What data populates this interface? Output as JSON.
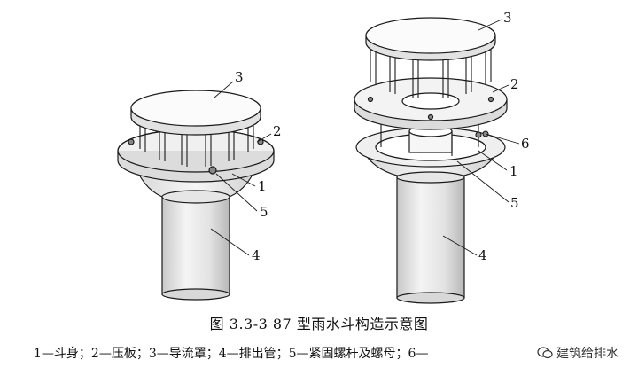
{
  "figure": {
    "caption": "图 3.3-3   87 型雨水斗构造示意图",
    "legend": "1—斗身；2—压板；3—导流罩；4—排出管；5—紧固螺杆及螺母；6—",
    "watermark": "建筑给排水",
    "colors": {
      "line": "#1a1a1a",
      "shade": "#cfcfcf",
      "light": "#f2f2f2"
    }
  },
  "left_callouts": [
    "3",
    "2",
    "1",
    "5",
    "4"
  ],
  "right_callouts": [
    "3",
    "2",
    "6",
    "1",
    "5",
    "4"
  ]
}
